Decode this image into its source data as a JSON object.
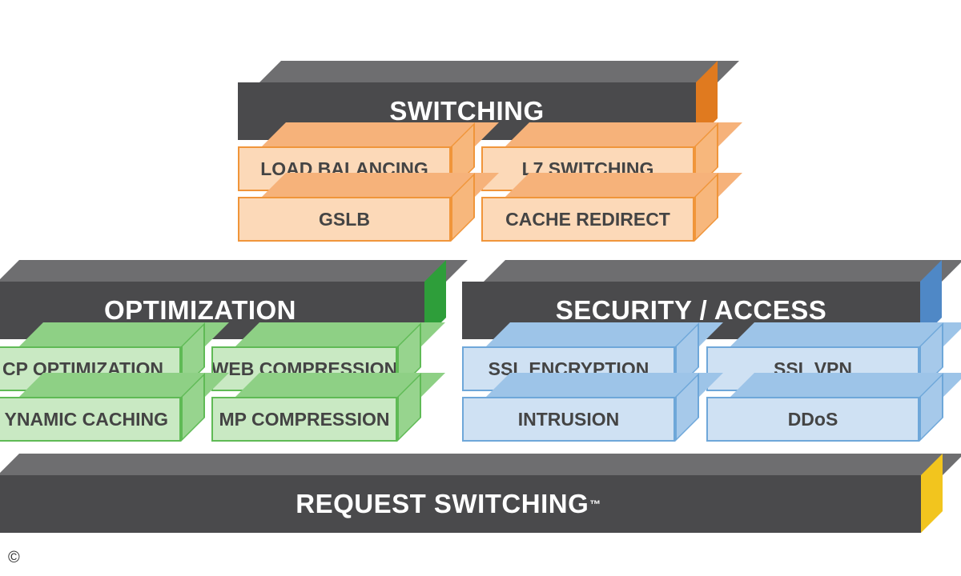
{
  "switching": {
    "title": "SWITCHING",
    "accent_color": "#e07a1f",
    "cells": [
      "LOAD BALANCING",
      "L7 SWITCHING",
      "GSLB",
      "CACHE REDIRECT"
    ]
  },
  "optimization": {
    "title": "OPTIMIZATION",
    "accent_color": "#2e9e3a",
    "cells": [
      "CP OPTIMIZATION",
      "WEB COMPRESSION",
      "YNAMIC CACHING",
      "MP COMPRESSION"
    ]
  },
  "security": {
    "title": "SECURITY / ACCESS",
    "accent_color": "#4f88c6",
    "cells": [
      "SSL ENCRYPTION",
      "SSL VPN",
      "INTRUSION",
      "DDoS"
    ]
  },
  "request_switching": {
    "title": "REQUEST SWITCHING",
    "trademark": "™",
    "accent_color": "#f2c51e"
  },
  "copyright_symbol": "©"
}
